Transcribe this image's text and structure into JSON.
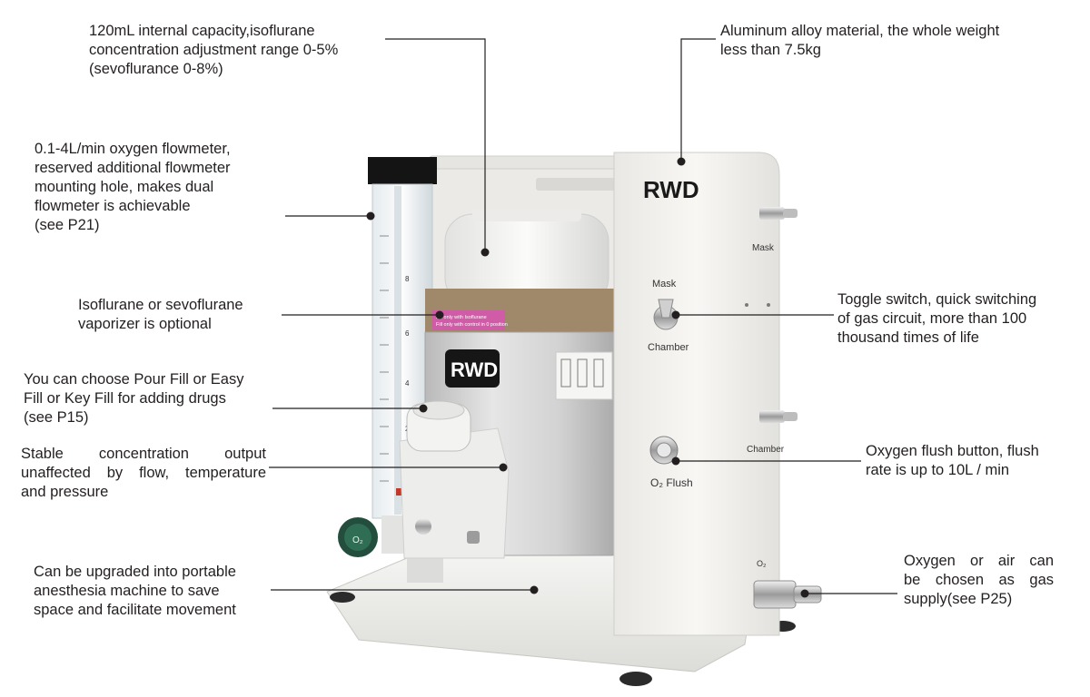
{
  "annotations": {
    "capacity": {
      "lines": [
        "120mL internal capacity,isoflurane",
        "concentration adjustment range 0-5%",
        "(sevoflurance 0-8%)"
      ]
    },
    "aluminum": {
      "lines": [
        "Aluminum alloy material, the whole weight",
        "less than 7.5kg"
      ]
    },
    "flowmeter": {
      "lines": [
        "0.1-4L/min oxygen flowmeter,",
        "reserved additional flowmeter",
        "mounting hole, makes dual",
        "flowmeter is achievable",
        "(see P21)"
      ]
    },
    "vaporizer": {
      "lines": [
        "Isoflurane or sevoflurane",
        "vaporizer is optional"
      ]
    },
    "toggle": {
      "lines": [
        "Toggle switch, quick switching",
        "of gas circuit, more than 100",
        "thousand times of life"
      ]
    },
    "fill": {
      "lines": [
        "You can choose Pour Fill or Easy",
        "Fill or Key Fill for adding drugs",
        "(see P15)"
      ]
    },
    "stable": {
      "lines": [
        "Stable concentration output",
        "unaffected by flow, temperature",
        "and pressure"
      ]
    },
    "flush": {
      "lines": [
        "Oxygen flush button, flush",
        "rate is up to 10L / min"
      ]
    },
    "portable": {
      "lines": [
        "Can be upgraded into portable",
        "anesthesia machine to save",
        "space and facilitate movement"
      ]
    },
    "supply": {
      "lines": [
        "Oxygen or air can",
        "be chosen as gas",
        "supply(see P25)"
      ]
    }
  },
  "device": {
    "brand_panel": "RWD",
    "brand_vaporizer": "RWD",
    "label_mask_port": "Mask",
    "label_toggle_top": "Mask",
    "label_toggle_bottom": "Chamber",
    "label_chamber_port": "Chamber",
    "label_flush": "O₂ Flush",
    "label_o2_inlet": "O₂",
    "label_knob": "O₂",
    "vaporizer_sticker_lines": [
      "Fill only with Isoflurane",
      "Fill only with control in 0 position"
    ],
    "flowmeter_scale": [
      "8",
      "6",
      "4",
      "2"
    ]
  },
  "colors": {
    "text": "#231f20",
    "leader_line": "#231f20",
    "device_white": "#f2f1ee",
    "vaporizer_band": "#a0896a",
    "sticker": "#d05ca8",
    "knob": "#2f6e54"
  }
}
